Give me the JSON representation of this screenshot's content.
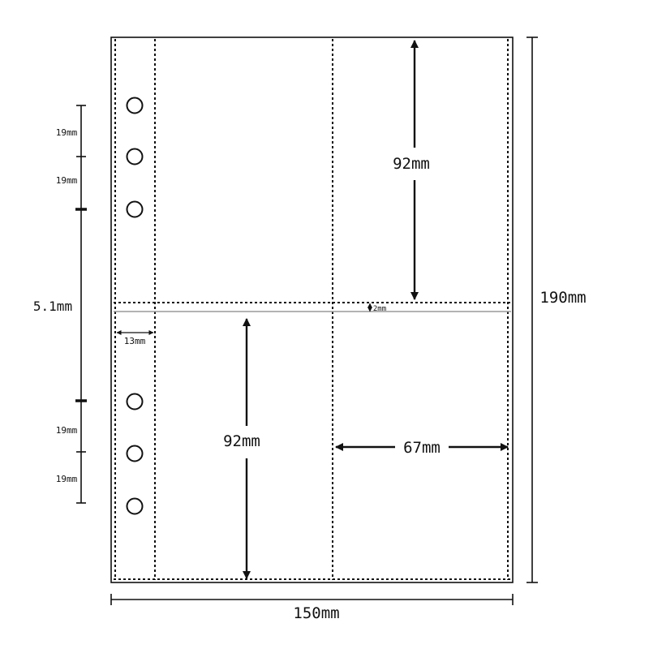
{
  "dimensions": {
    "total_height": "190mm",
    "total_width": "150mm",
    "upper_pocket_height": "92mm",
    "lower_pocket_height": "92mm",
    "pocket_width": "67mm",
    "pocket_gap": "2mm",
    "binding_strip_width": "13mm",
    "hole_spacing_top_1": "19mm",
    "hole_spacing_top_2": "19mm",
    "hole_spacing_bottom_1": "19mm",
    "hole_spacing_bottom_2": "19mm",
    "hole_group_gap": "5.1mm"
  },
  "colors": {
    "line": "#111111",
    "seal_line": "#9a9a9a",
    "background": "#ffffff"
  },
  "hole_count": 6
}
